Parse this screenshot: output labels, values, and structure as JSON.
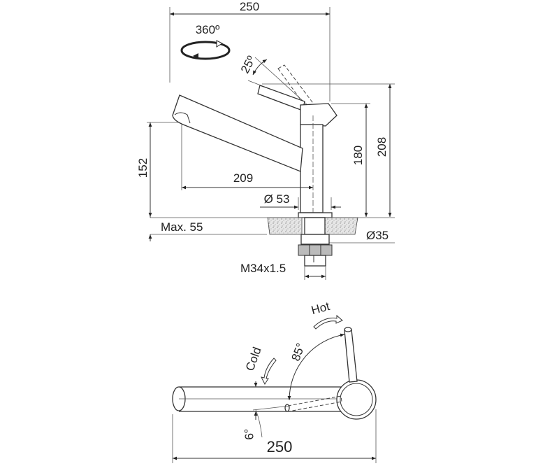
{
  "side_view": {
    "width_label": "250",
    "rotation_label": "360º",
    "lever_tilt_label": "25º",
    "spout_height_label": "152",
    "spout_reach_label": "209",
    "lever_height_label": "180",
    "total_height_label": "208",
    "base_diameter_label": "Ø 53",
    "max_worktop_label": "Max. 55",
    "hole_diameter_label": "Ø35",
    "thread_label": "M34x1.5"
  },
  "top_view": {
    "hot_label": "Hot",
    "cold_label": "Cold",
    "lever_angle_label": "85°",
    "cold_angle_label": "6°",
    "width_label": "250"
  }
}
